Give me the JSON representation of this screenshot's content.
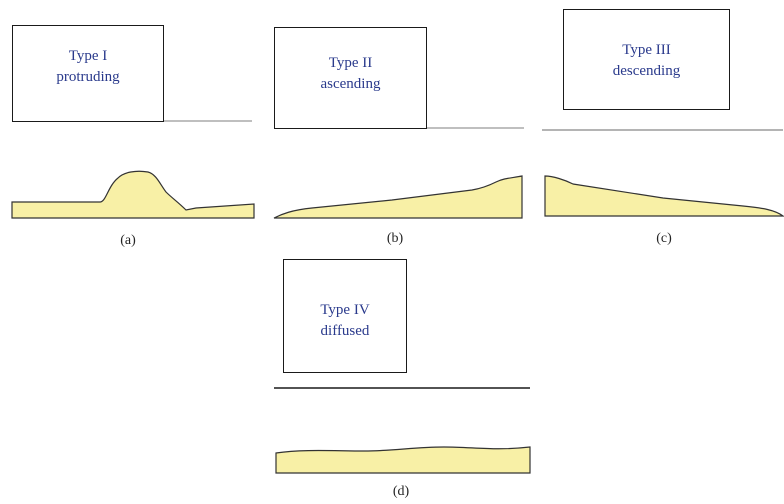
{
  "panels": {
    "a": {
      "type_label": "Type I",
      "desc": "protruding",
      "caption": "(a)"
    },
    "b": {
      "type_label": "Type II",
      "desc": "ascending",
      "caption": "(b)"
    },
    "c": {
      "type_label": "Type III",
      "desc": "descending",
      "caption": "(c)"
    },
    "d": {
      "type_label": "Type IV",
      "desc": "diffused",
      "caption": "(d)"
    }
  },
  "colors": {
    "shape_fill": "#f8f0a6",
    "shape_stroke": "#333333",
    "label_text": "#2a3a8c",
    "line_a_b": "#999999",
    "line_c": "#888888",
    "line_d": "#1a1a1a"
  }
}
